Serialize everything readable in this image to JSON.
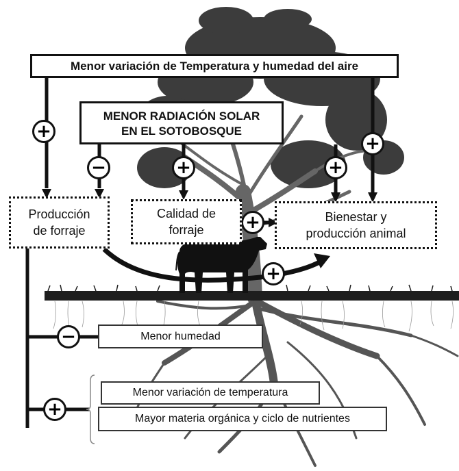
{
  "boxes": {
    "top": "Menor variación de Temperatura y humedad del aire",
    "radiation_line1": "MENOR RADIACIÓN SOLAR",
    "radiation_line2": "EN EL SOTOBOSQUE",
    "forage_production_line1": "Producción",
    "forage_production_line2": "de forraje",
    "forage_quality_line1": "Calidad de",
    "forage_quality_line2": "forraje",
    "welfare_line1": "Bienestar y",
    "welfare_line2": "producción animal",
    "humidity": "Menor humedad",
    "temperature": "Menor variación de temperatura",
    "organic_matter": "Mayor materia orgánica y ciclo de nutrientes"
  },
  "signs": {
    "plus": "+",
    "minus": "−"
  },
  "colors": {
    "ink": "#111111",
    "tree": "#5a5a5a",
    "canopy": "#3c3c3c",
    "grass": "#1e1e1e"
  },
  "illustration": {
    "tree": "tree-silhouette",
    "cow": "cow-silhouette",
    "roots": "root-system"
  }
}
